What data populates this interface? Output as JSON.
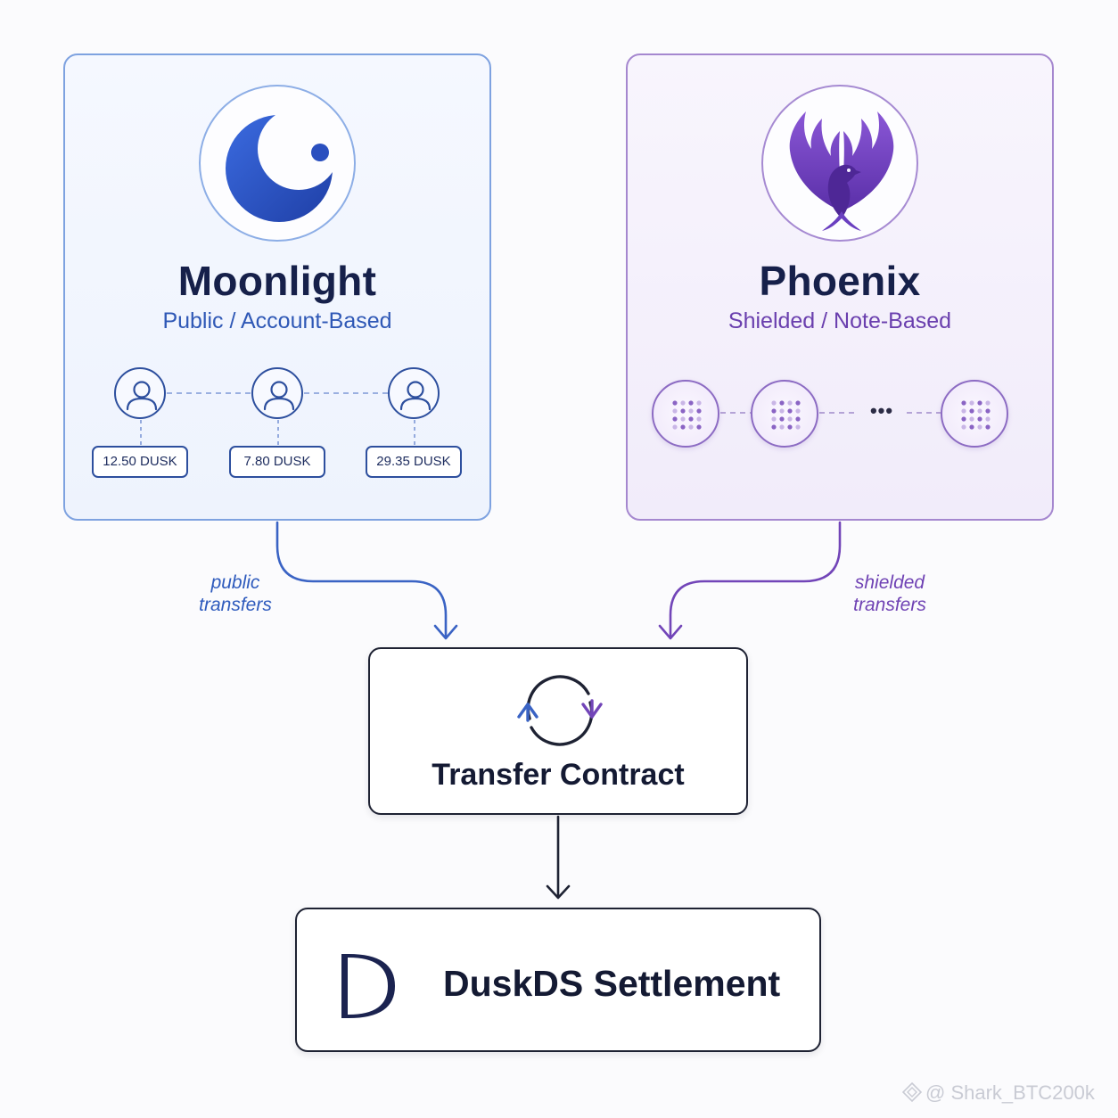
{
  "moonlight": {
    "title": "Moonlight",
    "subtitle": "Public / Account-Based",
    "logo": "crescent-moon-icon",
    "accounts": [
      {
        "icon": "user-icon",
        "balance": "12.50 DUSK"
      },
      {
        "icon": "user-icon",
        "balance": "7.80 DUSK"
      },
      {
        "icon": "user-icon",
        "balance": "29.35 DUSK"
      }
    ]
  },
  "phoenix": {
    "title": "Phoenix",
    "subtitle": "Shielded / Note-Based",
    "logo": "phoenix-bird-icon",
    "notes": [
      "note-icon",
      "note-icon",
      "note-icon"
    ],
    "ellipsis": "•••"
  },
  "flows": {
    "public_label": "public\ntransfers",
    "shielded_label": "shielded\ntransfers"
  },
  "transfer_contract": {
    "title": "Transfer Contract",
    "icon": "sync-arrows-icon"
  },
  "settlement": {
    "title": "DuskDS Settlement",
    "logo": "dusk-d-logo"
  },
  "watermark": {
    "text": "@ Shark_BTC200k"
  },
  "colors": {
    "moonlight_accent": "#2f58b6",
    "phoenix_accent": "#6a3fae",
    "dark": "#16204a"
  }
}
